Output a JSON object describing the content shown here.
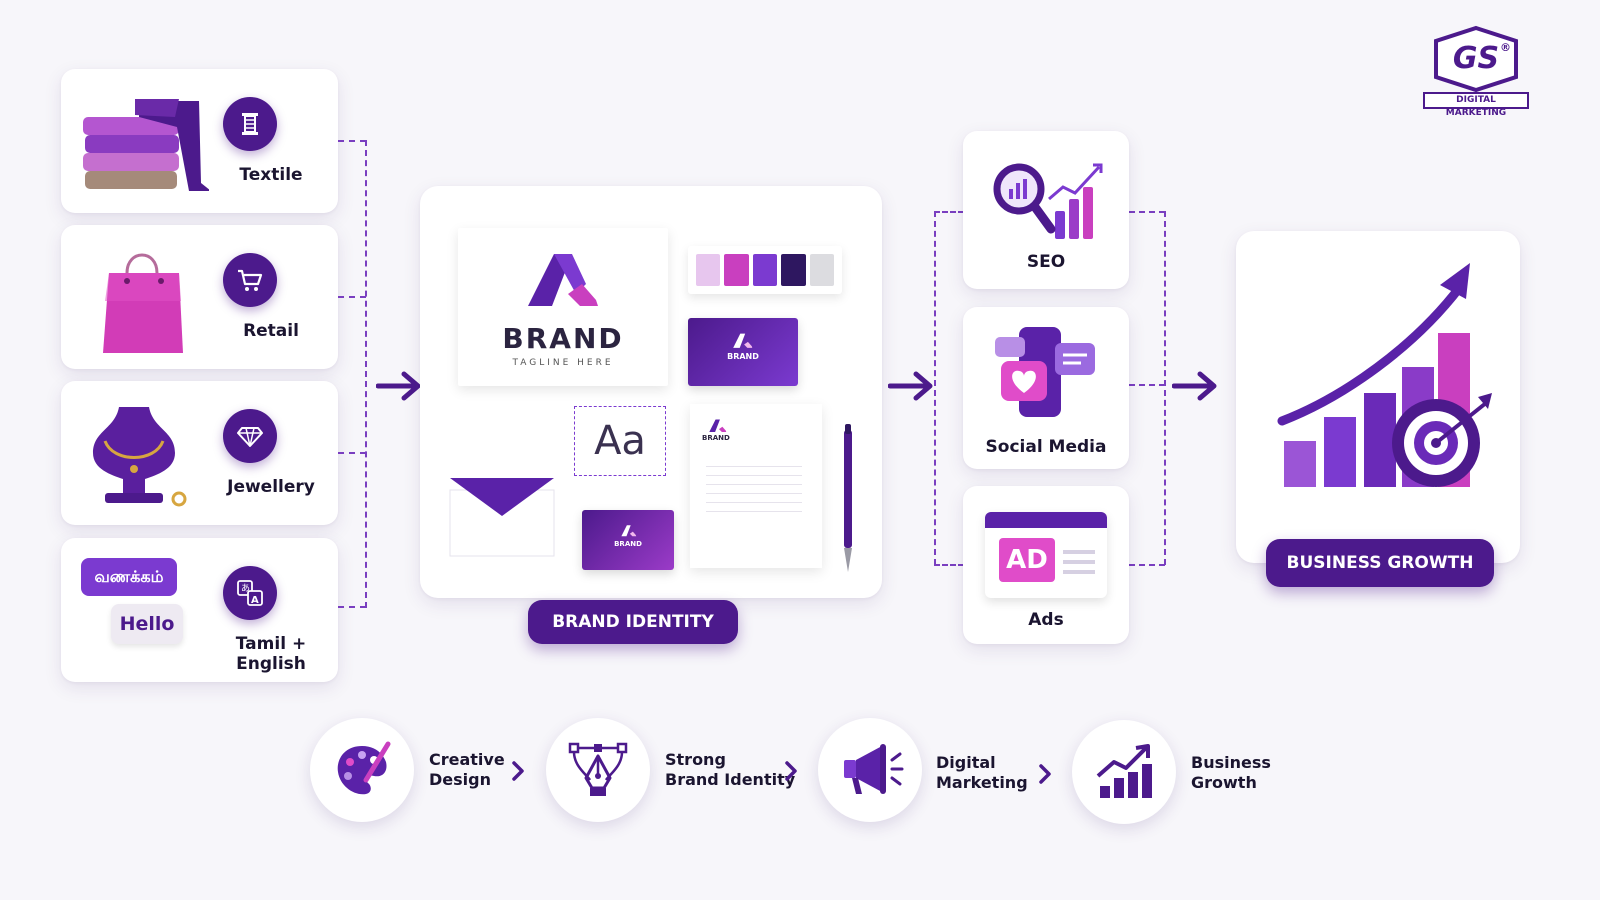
{
  "logo": {
    "monogram": "GS",
    "registered": "®",
    "tagline": "DIGITAL MARKETING"
  },
  "industries": [
    {
      "label": "Textile",
      "icon": "spool-icon"
    },
    {
      "label": "Retail",
      "icon": "cart-icon"
    },
    {
      "label": "Jewellery",
      "icon": "diamond-icon"
    },
    {
      "label": "Tamil + English",
      "icon": "translate-icon"
    }
  ],
  "language_bubbles": {
    "tamil": "வணக்கம்",
    "english": "Hello"
  },
  "brand_board": {
    "brand_word": "BRAND",
    "tagline": "TAGLINE HERE",
    "typeface_sample": "Aa",
    "small_brand": "BRAND",
    "caption": "BRAND IDENTITY"
  },
  "palette": [
    "#e7c6ee",
    "#c93fbf",
    "#7b3ad0",
    "#2e1760",
    "#dcdce0"
  ],
  "services": [
    {
      "label": "SEO",
      "icon": "seo-magnifier-icon"
    },
    {
      "label": "Social Media",
      "icon": "social-phone-icon"
    },
    {
      "label": "Ads",
      "icon": "ad-window-icon"
    }
  ],
  "ad_badge": "AD",
  "growth": {
    "caption": "BUSINESS GROWTH"
  },
  "steps": [
    {
      "line1": "Creative",
      "line2": "Design",
      "icon": "palette-icon"
    },
    {
      "line1": "Strong",
      "line2": "Brand Identity",
      "icon": "pen-nib-icon"
    },
    {
      "line1": "Digital",
      "line2": "Marketing",
      "icon": "megaphone-icon"
    },
    {
      "line1": "Business",
      "line2": "Growth",
      "icon": "growth-chart-icon"
    }
  ],
  "colors": {
    "primary": "#4c1a8c",
    "accent": "#c93fbf",
    "violet": "#7b3ad0"
  }
}
